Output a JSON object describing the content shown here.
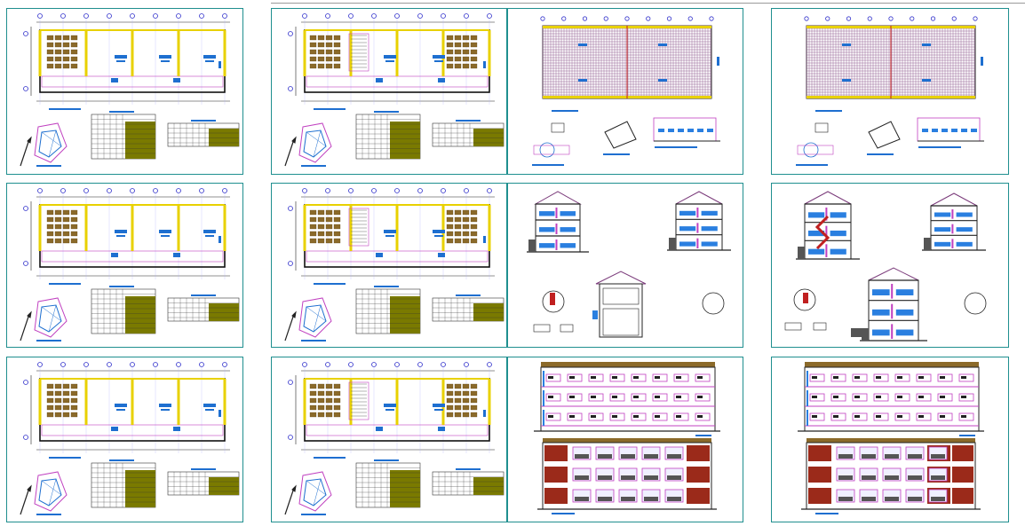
{
  "drawing_set": {
    "sheet_types": [
      "floor-plan",
      "roof-plan",
      "section",
      "elevation"
    ],
    "colors": {
      "frame": "#1f8f8f",
      "wall": "#e8d100",
      "room_label": "#1e6fd0",
      "axis_bubble": "#3333cc",
      "furniture": "#8b6a2a",
      "partition": "#c040c0",
      "table_fill": "#7a7a00",
      "roof_hatch": "#7a3a7a",
      "facade_panel": "#9b2a1a",
      "glazing": "#2a7fe0",
      "stair": "#6a6a6a",
      "dimension": "#222222"
    }
  }
}
